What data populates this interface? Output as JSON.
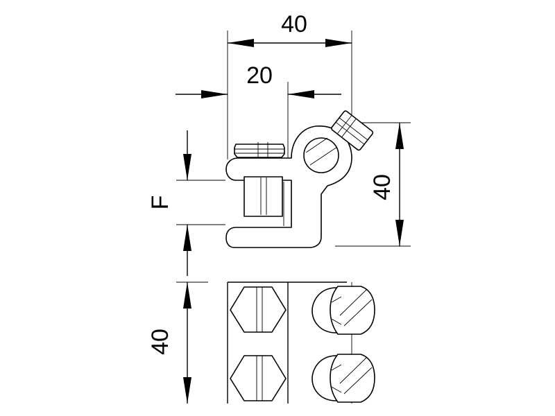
{
  "dimensions": {
    "top_width": "40",
    "top_half_width": "20",
    "right_height": "40",
    "left_range": "F",
    "bottom_height": "40"
  },
  "colors": {
    "line": "#000000",
    "background": "#ffffff"
  }
}
